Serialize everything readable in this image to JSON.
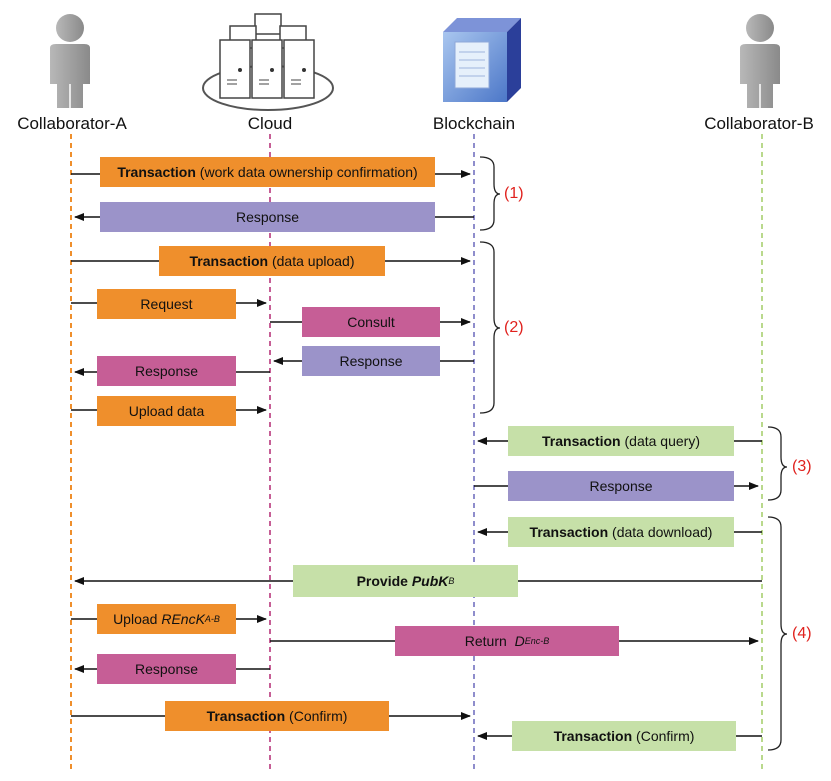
{
  "actors": {
    "a": "Collaborator-A",
    "cloud": "Cloud",
    "chain": "Blockchain",
    "b": "Collaborator-B"
  },
  "messages": {
    "m1": {
      "bold": "Transaction",
      "rest": " (work data ownership confirmation)"
    },
    "m2": {
      "text": "Response"
    },
    "m3": {
      "bold": "Transaction",
      "rest": " (data upload)"
    },
    "m4": {
      "text": "Request"
    },
    "m5": {
      "text": "Consult"
    },
    "m6": {
      "text": "Response"
    },
    "m7": {
      "text": "Response"
    },
    "m8": {
      "text": "Upload data"
    },
    "m9": {
      "bold": "Transaction",
      "rest": " (data query)"
    },
    "m10": {
      "text": "Response"
    },
    "m11": {
      "bold": "Transaction",
      "rest": " (data download)"
    },
    "m12": {
      "prefix": "Provide ",
      "main": "PubK",
      "sub": "B"
    },
    "m13": {
      "prefix": "Upload ",
      "main": "REncK",
      "sub": "A-B"
    },
    "m14": {
      "prefix": "Return  ",
      "main": "D",
      "sub": "Enc-B"
    },
    "m15": {
      "text": "Response"
    },
    "m16": {
      "bold": "Transaction",
      "rest": " (Confirm)"
    },
    "m17": {
      "bold": "Transaction",
      "rest": " (Confirm)"
    }
  },
  "phases": [
    "(1)",
    "(2)",
    "(3)",
    "(4)"
  ],
  "colors": {
    "orange": "#ef8f2c",
    "purple": "#9b93c9",
    "pink": "#c65e96",
    "green": "#c6e0a8",
    "lifeline_a": "#ef8f2c",
    "lifeline_cloud": "#c65e96",
    "lifeline_chain": "#8f8dcc",
    "lifeline_b": "#b9d98c",
    "phase_label": "#e0211d"
  },
  "icons": [
    "person-icon",
    "server-cloud-icon",
    "blockchain-cube-icon",
    "person-icon"
  ]
}
